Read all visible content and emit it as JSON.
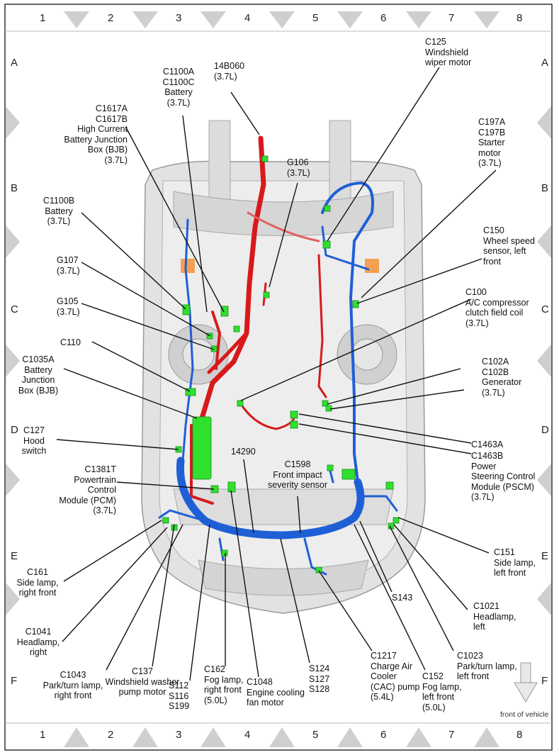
{
  "grid": {
    "columns": [
      "1",
      "2",
      "3",
      "4",
      "5",
      "6",
      "7",
      "8"
    ],
    "rows": [
      "A",
      "B",
      "C",
      "D",
      "E",
      "F"
    ]
  },
  "labels": {
    "c125": "C125\nWindshield\nwiper motor",
    "c1100ac": "C1100A\nC1100C\nBattery\n(3.7L)",
    "b14b060": "14B060\n(3.7L)",
    "c1617": "C1617A\nC1617B\nHigh Current\nBattery Junction\nBox (BJB)\n(3.7L)",
    "g106": "G106\n(3.7L)",
    "c197": "C197A\nC197B\nStarter\nmotor\n(3.7L)",
    "c1100b": "C1100B\nBattery\n(3.7L)",
    "c150": "C150\nWheel speed\nsensor, left\nfront",
    "g107": "G107\n(3.7L)",
    "c100": "C100\nA/C compressor\nclutch field coil\n(3.7L)",
    "g105": "G105\n(3.7L)",
    "c110": "C110",
    "c1035a": "C1035A\nBattery\nJunction\nBox (BJB)",
    "c102": "C102A\nC102B\nGenerator\n(3.7L)",
    "c127": "C127\nHood\nswitch",
    "b14290": "14290",
    "c1598": "C1598\nFront impact\nseverity sensor",
    "c1463a": "C1463A",
    "c1463b": "C1463B\nPower\nSteering Control\nModule (PSCM)\n(3.7L)",
    "c1381t": "C1381T\nPowertrain\nControl\nModule (PCM)\n(3.7L)",
    "c151": "C151\nSide lamp,\nleft front",
    "c161": "C161\nSide lamp,\nright front",
    "s143": "S143",
    "c1021": "C1021\nHeadlamp,\nleft",
    "c1041": "C1041\nHeadlamp,\nright",
    "c1043": "C1043\nPark/turn lamp,\nright front",
    "c137": "C137\nWindshield washer\npump motor",
    "s112": "S112\nS116\nS199",
    "c162": "C162\nFog lamp,\nright front\n(5.0L)",
    "c1048": "C1048\nEngine cooling\nfan motor",
    "s124": "S124\nS127\nS128",
    "c1217": "C1217\nCharge Air\nCooler\n(CAC) pump\n(5.4L)",
    "c152": "C152\nFog lamp,\nleft front\n(5.0L)",
    "c1023": "C1023\nPark/turn lamp,\nleft front"
  },
  "front_of_vehicle": "front of vehicle",
  "colors": {
    "harness_red": "#d8191c",
    "harness_blue": "#1f5fd6",
    "connector_green": "#2fe02f",
    "vehicle_gray": "#c8c8c8"
  }
}
